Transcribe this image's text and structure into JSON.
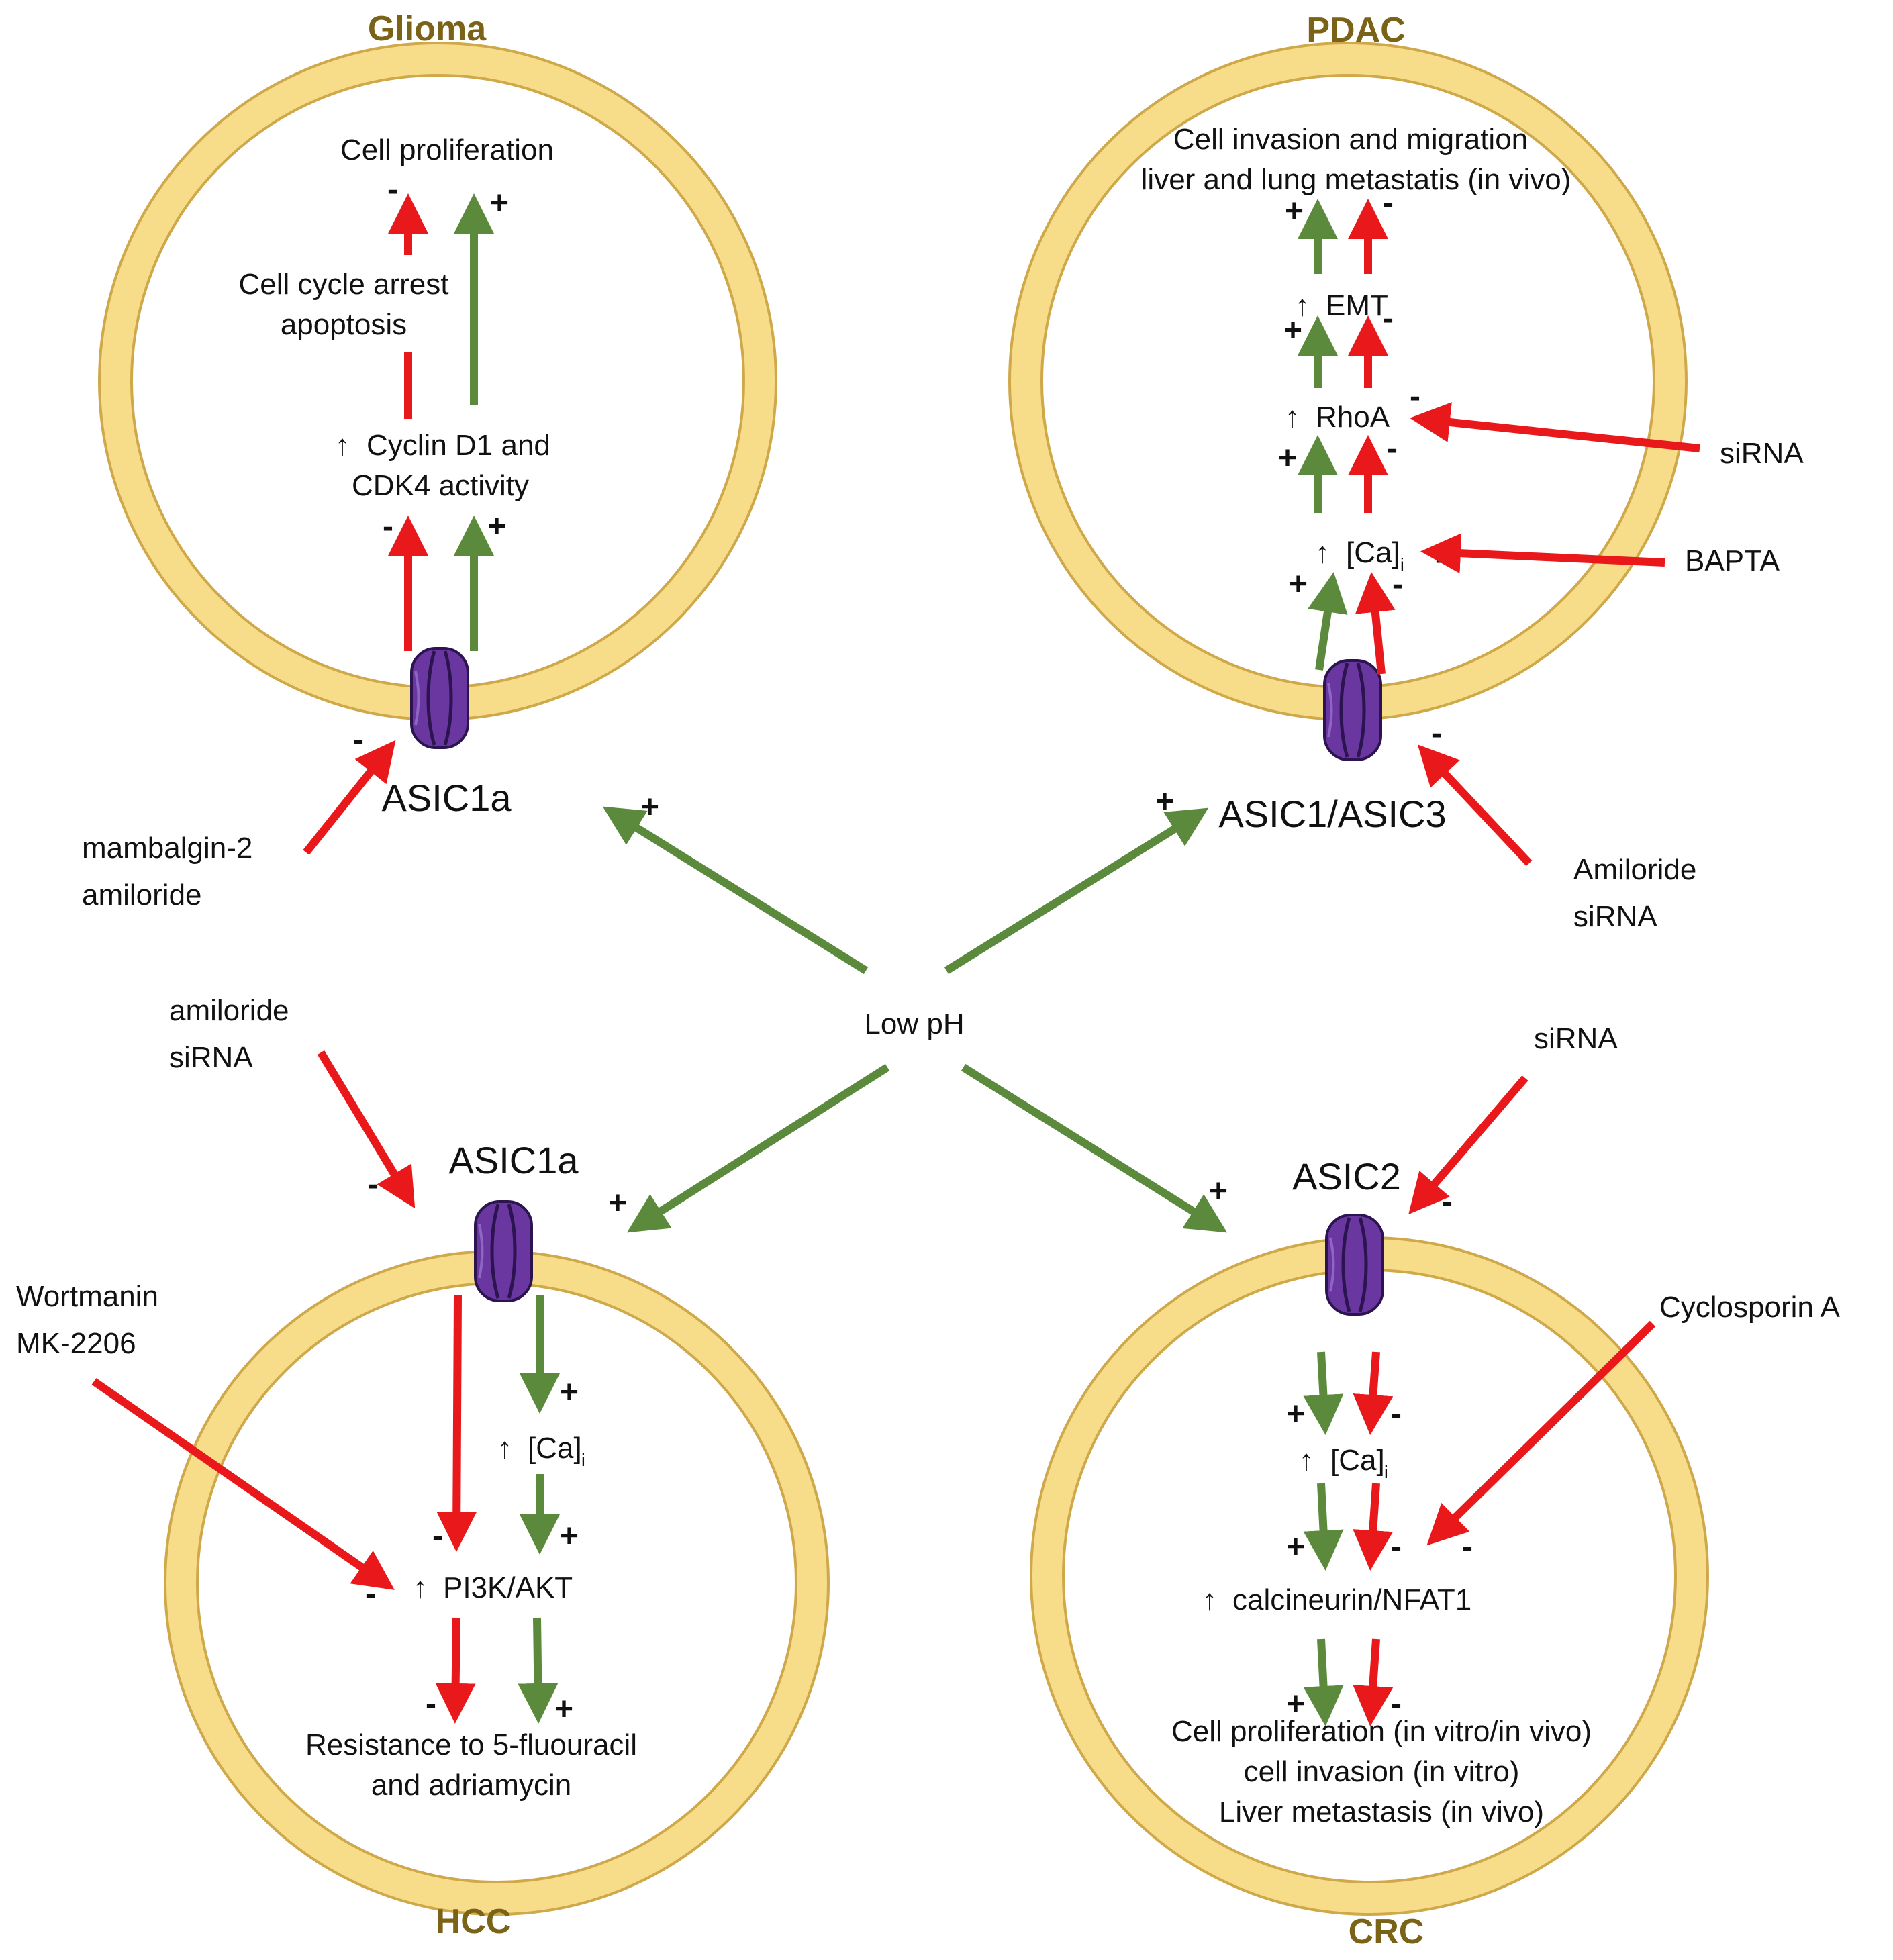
{
  "colors": {
    "activation": "#5b8a3c",
    "inhibition": "#e8181b",
    "membrane_fill": "#f7dc8a",
    "membrane_stroke": "#cfa84a",
    "channel": "#6a36a0",
    "title": "#7a6217"
  },
  "center": {
    "label": "Low pH"
  },
  "signs": {
    "plus": "+",
    "minus": "-",
    "up": "↑"
  },
  "glioma": {
    "title": "Glioma",
    "channel": "ASIC1a",
    "outcome": "Cell proliferation",
    "arrest_line1": "Cell cycle arrest",
    "arrest_line2": "apoptosis",
    "cyclin_line1": "Cyclin D1 and",
    "cyclin_line2": "CDK4 activity",
    "inhibitor_line1": "mambalgin-2",
    "inhibitor_line2": "amiloride"
  },
  "pdac": {
    "title": "PDAC",
    "channel": "ASIC1/ASIC3",
    "outcome_line1": "Cell invasion and migration",
    "outcome_line2": "liver and lung metastatis (in vivo)",
    "emt": "EMT",
    "rhoa": "RhoA",
    "ca": "[Ca]",
    "ca_sub": "i",
    "inhibitor_rhoa": "siRNA",
    "inhibitor_ca": "BAPTA",
    "inhibitor_channel_line1": "Amiloride",
    "inhibitor_channel_line2": "siRNA"
  },
  "hcc": {
    "title": "HCC",
    "channel": "ASIC1a",
    "ca": "[Ca]",
    "ca_sub": "i",
    "pi3k": "PI3K/AKT",
    "outcome_line1": "Resistance to 5-fluouracil",
    "outcome_line2": "and adriamycin",
    "inhibitor_channel_line1": "amiloride",
    "inhibitor_channel_line2": "siRNA",
    "inhibitor_pi3k_line1": "Wortmanin",
    "inhibitor_pi3k_line2": "MK-2206"
  },
  "crc": {
    "title": "CRC",
    "channel": "ASIC2",
    "ca": "[Ca]",
    "ca_sub": "i",
    "calcineurin": "calcineurin/NFAT1",
    "outcome_line1": "Cell proliferation (in vitro/in vivo)",
    "outcome_line2": "cell invasion (in vitro)",
    "outcome_line3": "Liver metastasis (in vivo)",
    "inhibitor_channel": "siRNA",
    "inhibitor_calcineurin": "Cyclosporin A"
  }
}
